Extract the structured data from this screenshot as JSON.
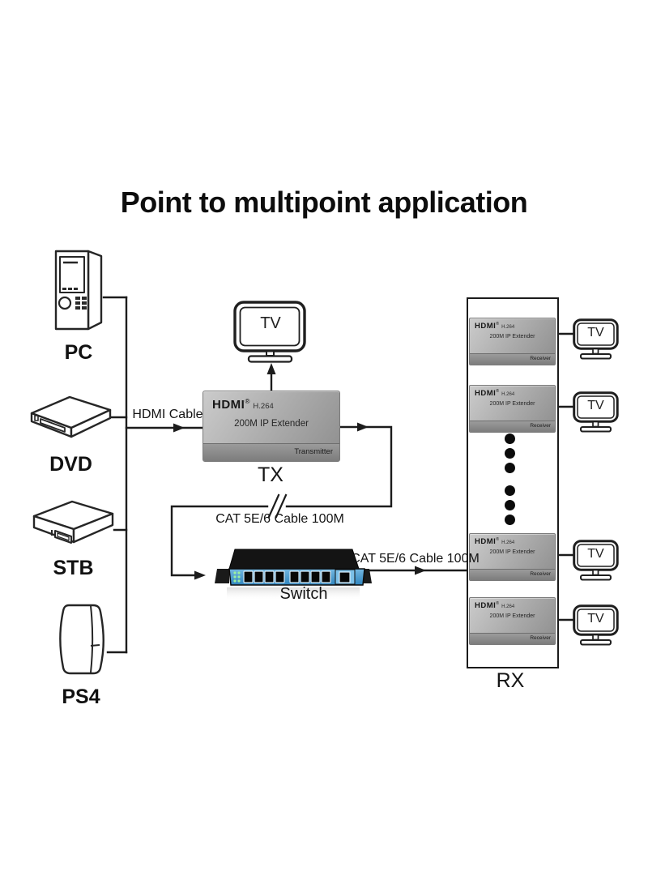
{
  "title": "Point to multipoint application",
  "reg_mark": "®",
  "sources": [
    {
      "label": "PC"
    },
    {
      "label": "DVD"
    },
    {
      "label": "STB"
    },
    {
      "label": "PS4"
    }
  ],
  "cables": {
    "hdmi": "HDMI Cable",
    "cat_tx_switch": "CAT 5E/6 Cable 100M",
    "cat_switch_rx": "CAT 5E/6 Cable 100M"
  },
  "center_tv": {
    "label": "TV"
  },
  "tx": {
    "brand": "HDMI",
    "codec": "H.264",
    "model": "200M IP Extender",
    "role": "Transmitter",
    "tag": "TX"
  },
  "switch": {
    "tag": "Switch"
  },
  "rx": {
    "tag": "RX",
    "units": [
      {
        "brand": "HDMI",
        "codec": "H.264",
        "model": "200M IP Extender",
        "role": "Receiver",
        "tv": "TV"
      },
      {
        "brand": "HDMI",
        "codec": "H.264",
        "model": "200M IP Extender",
        "role": "Receiver",
        "tv": "TV"
      },
      {
        "brand": "HDMI",
        "codec": "H.264",
        "model": "200M IP Extender",
        "role": "Receiver",
        "tv": "TV"
      },
      {
        "brand": "HDMI",
        "codec": "H.264",
        "model": "200M IP Extender",
        "role": "Receiver",
        "tv": "TV"
      }
    ]
  },
  "colors": {
    "line": "#1c1c1c",
    "extender_gray": "#a9a9a9",
    "switch_blue": "#4a9fd6",
    "led_green": "#8ee08e"
  }
}
